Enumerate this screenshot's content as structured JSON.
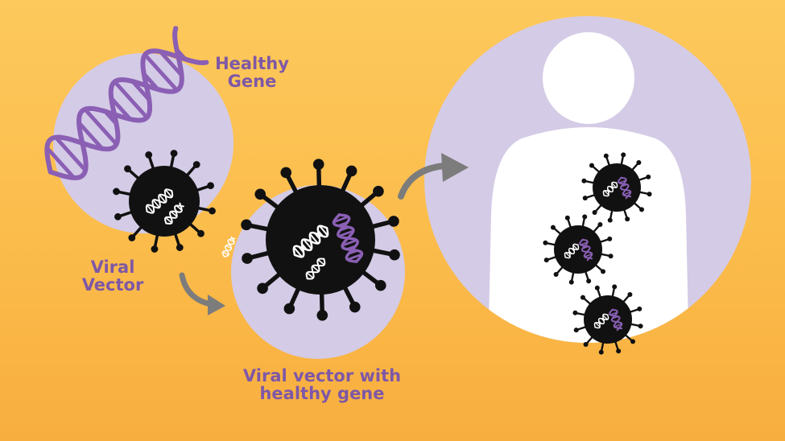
{
  "diagram": {
    "labels": {
      "healthy_gene": [
        "Healthy",
        "Gene"
      ],
      "viral_vector": [
        "Viral",
        "Vector"
      ],
      "combined": [
        "Viral vector with",
        "healthy gene"
      ]
    },
    "colors": {
      "background": "#FCC357",
      "circle": "#D4CBE6",
      "label": "#7E58A6",
      "dna_strand": "#8A5FB4",
      "virus": "#111111",
      "dna_white": "#FFFFFF",
      "arrow": "#7C7C7C",
      "body": "#FFFFFF"
    },
    "icons": [
      "dna-helix-icon",
      "virus-icon",
      "curved-arrow-icon",
      "human-silhouette-icon"
    ]
  }
}
